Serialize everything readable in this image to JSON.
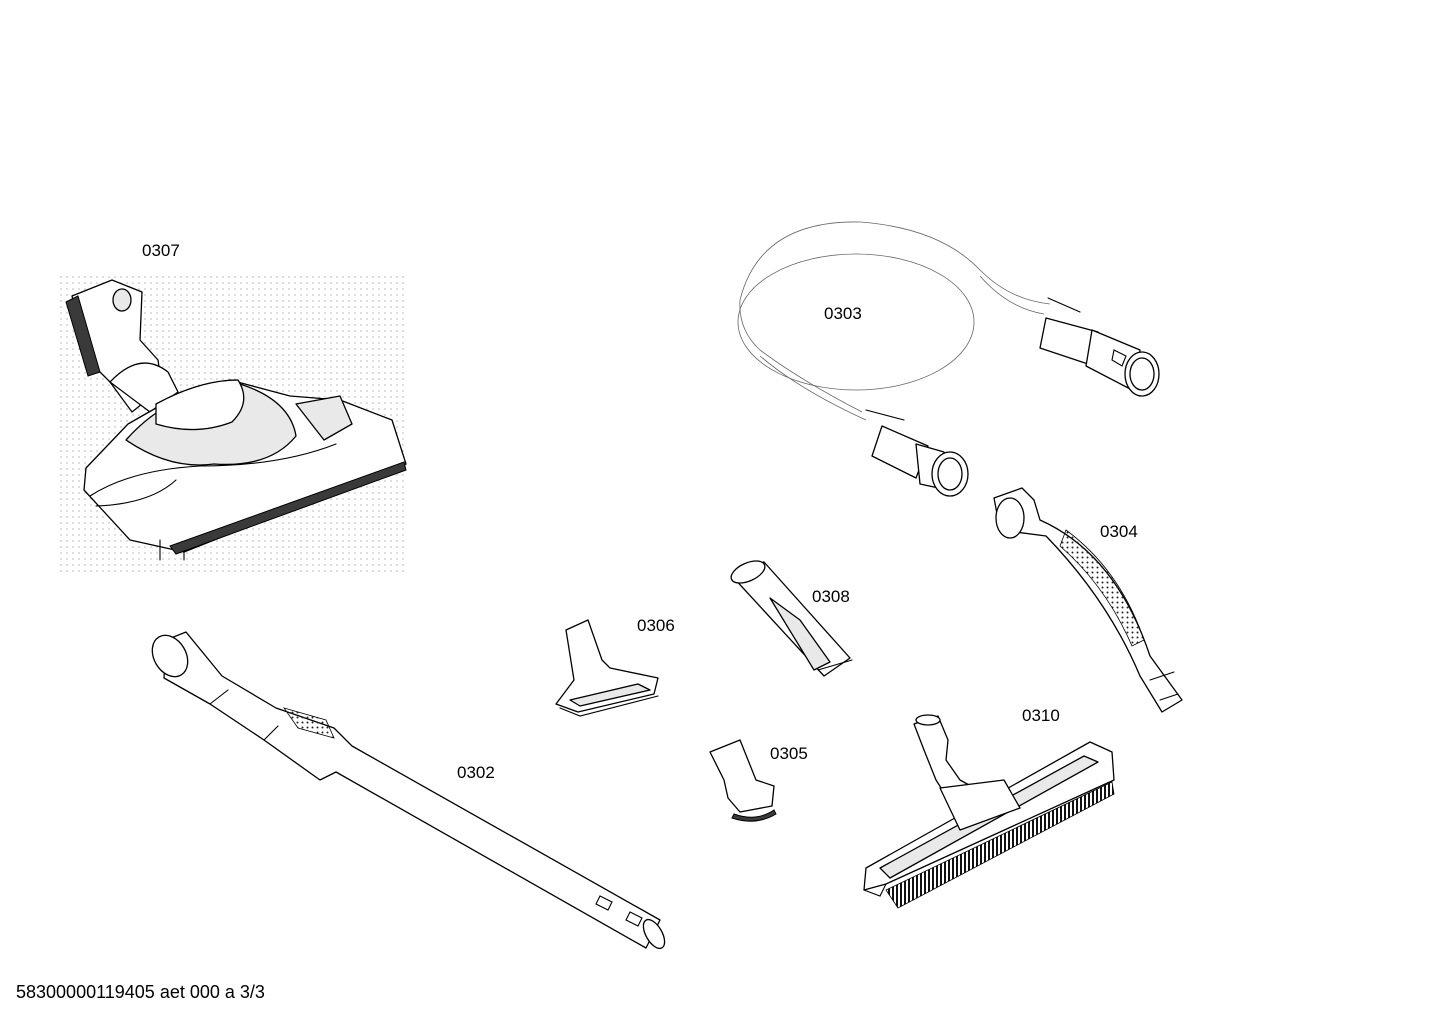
{
  "diagram": {
    "parts": [
      {
        "id": "0307",
        "label": "0307"
      },
      {
        "id": "0303",
        "label": "0303"
      },
      {
        "id": "0304",
        "label": "0304"
      },
      {
        "id": "0308",
        "label": "0308"
      },
      {
        "id": "0306",
        "label": "0306"
      },
      {
        "id": "0305",
        "label": "0305"
      },
      {
        "id": "0310",
        "label": "0310"
      },
      {
        "id": "0302",
        "label": "0302"
      }
    ],
    "footer_code": "58300000119405 aet 000 a 3/3"
  }
}
